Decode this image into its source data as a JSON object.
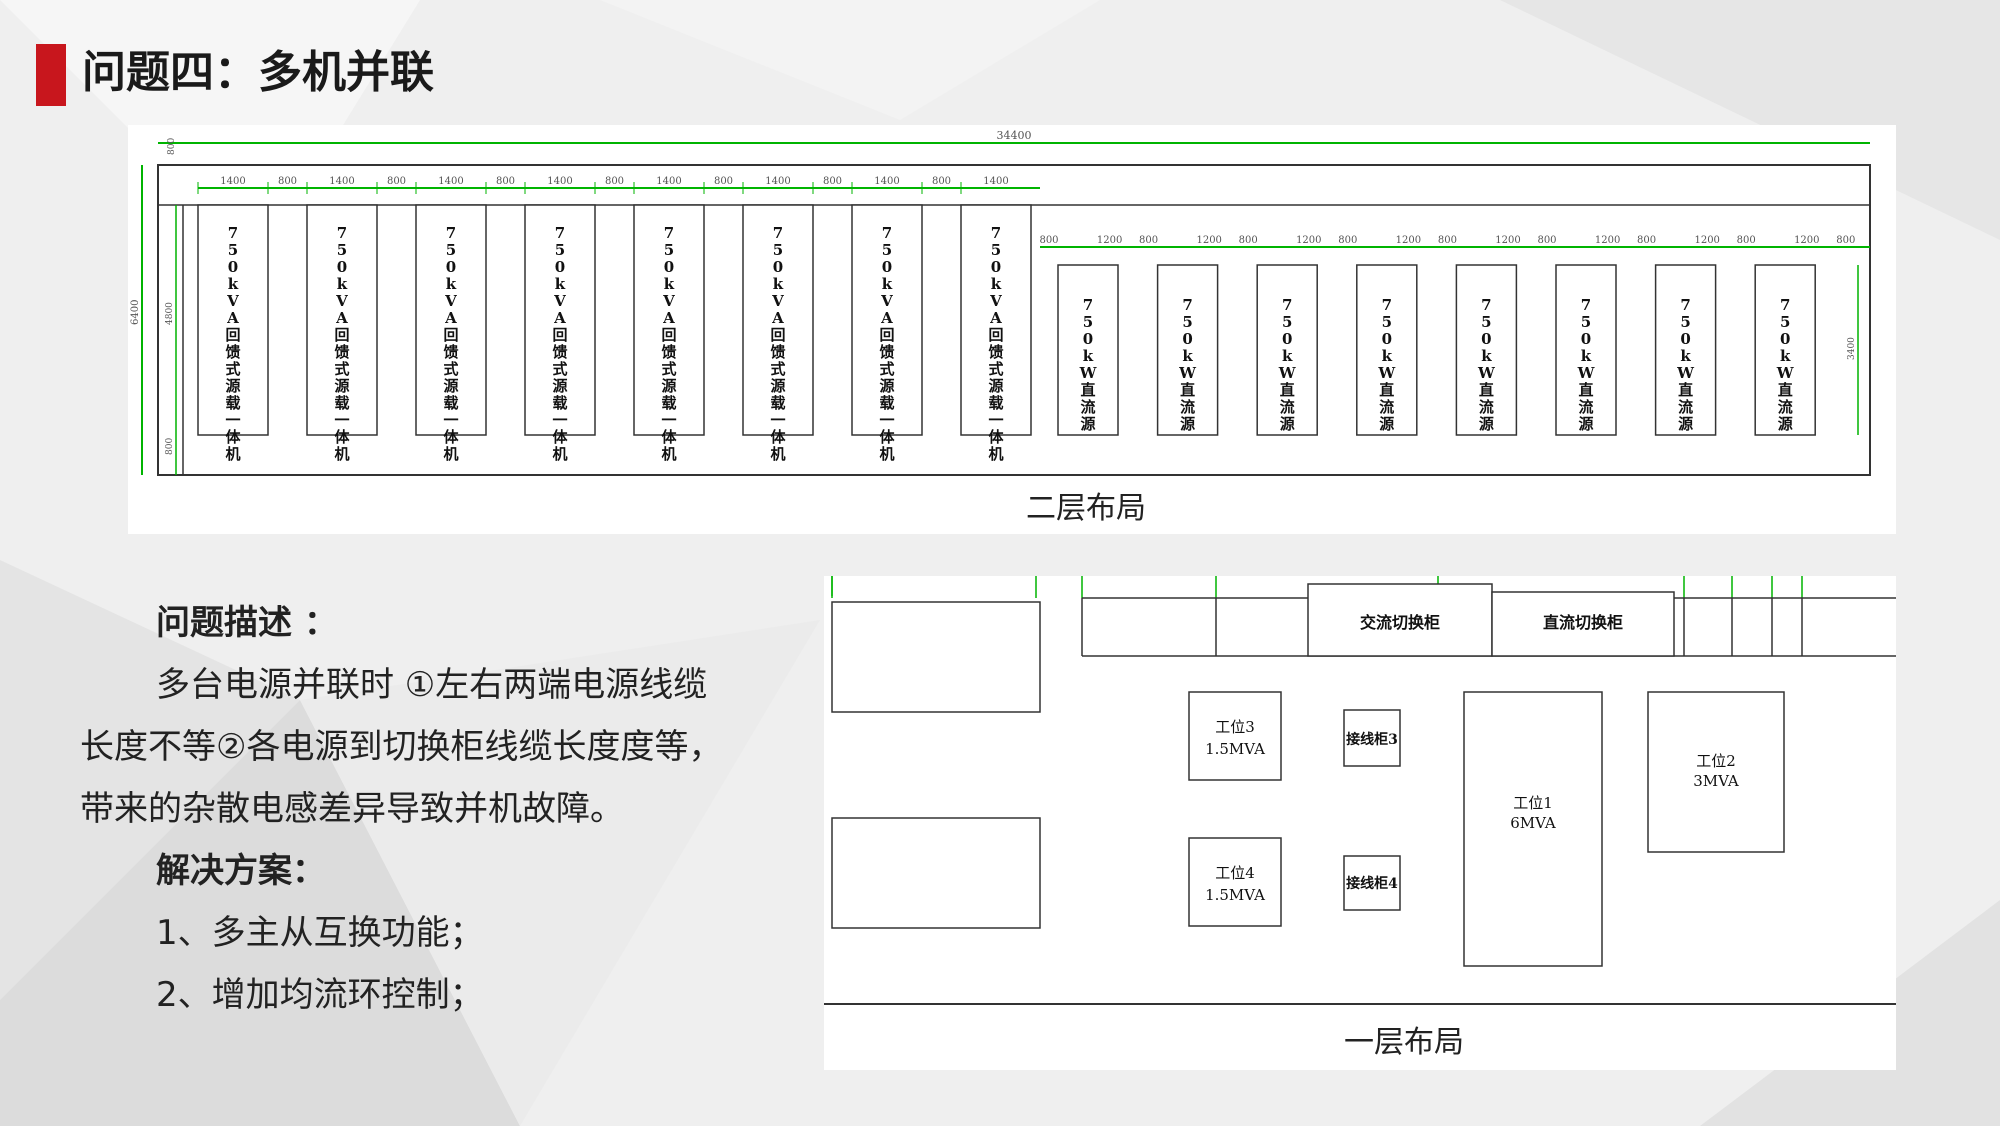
{
  "title": "问题四：多机并联",
  "colors": {
    "accent": "#c8161d",
    "dimension_green": "#00b400",
    "line": "#333333"
  },
  "top_diagram": {
    "caption": "二层布局",
    "overall_dim": "34400",
    "top_dims": [
      "1400",
      "800",
      "1400",
      "800",
      "1400",
      "800",
      "1400",
      "800",
      "1400",
      "800",
      "1400",
      "800",
      "1400",
      "800",
      "1400"
    ],
    "right_dims": [
      "800",
      "1200",
      "800",
      "1200",
      "800",
      "1200",
      "800",
      "1200",
      "800",
      "1200",
      "800",
      "1200",
      "800",
      "1200",
      "800",
      "1200",
      "800"
    ],
    "left_dims": [
      "6400",
      "4800",
      "800",
      "800"
    ],
    "right_side_dim": "3400",
    "units_left_label": "750kVA回馈式源载一体机",
    "units_left_count": 8,
    "units_right_label": "750kW直流源",
    "units_right_count": 8
  },
  "bottom_diagram": {
    "caption": "一层布局",
    "ac_cabinet": "交流切换柜",
    "dc_cabinet": "直流切换柜",
    "station3": [
      "工位3",
      "1.5MVA"
    ],
    "station4": [
      "工位4",
      "1.5MVA"
    ],
    "station1": [
      "工位1",
      "6MVA"
    ],
    "station2": [
      "工位2",
      "3MVA"
    ],
    "junction3": "接线柜3",
    "junction4": "接线柜4"
  },
  "description": {
    "problem_heading": "问题描述 ：",
    "problem_line1": "多台电源并联时 ①左右两端电源线缆",
    "problem_line2": "长度不等②各电源到切换柜线缆长度度等，",
    "problem_line3": "带来的杂散电感差异导致并机故障。",
    "solution_heading": "解决方案：",
    "solutions": [
      "1、多主从互换功能；",
      "2、增加均流环控制；"
    ]
  }
}
